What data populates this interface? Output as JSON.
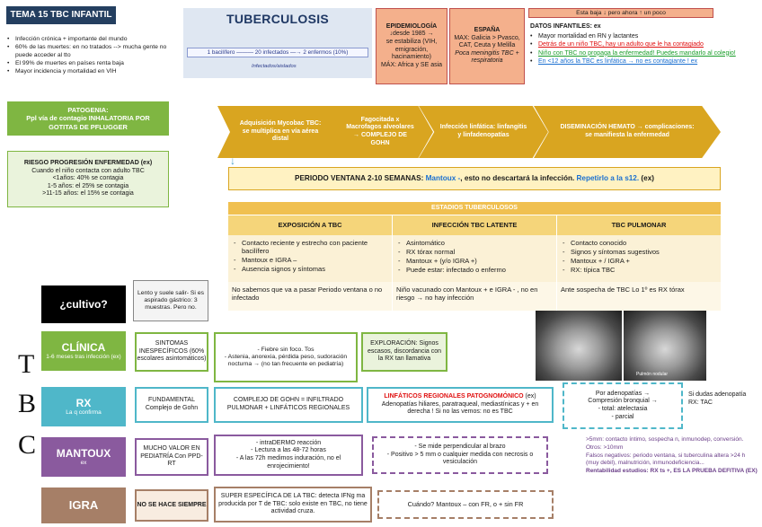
{
  "title": "TEMA 15 TBC INFANTIL",
  "intro": [
    "Infección crónica + importante del mundo",
    "60% de las muertes: en no tratados --> mucha gente no puede acceder al tto",
    "El 99% de muertes en países renta baja",
    "Mayor incidencia y mortalidad en VIH"
  ],
  "tuberculosis": {
    "heading": "TUBERCULOSIS",
    "chain": "1 bacilífero ——— 20 infectados —→ 2 enfermos (10%)",
    "sub": "Infectados/aislados"
  },
  "epidemiologia": {
    "lines": [
      "EPIDEMIOLOGÍA",
      "↓desde 1985 →",
      "se estabiliza (VIH, emigración, hacinamiento)",
      "MÁX: Africa y SE asia"
    ]
  },
  "espana": {
    "lines": [
      "ESPAÑA",
      "MAX: Galicia > Pvasco, CAT, Ceuta y Melilla"
    ],
    "italic": "Poca meningitis TBC + respiratoria"
  },
  "esta_baja": "Esta baja ↓ pero ahora ↑ un poco",
  "datos": {
    "heading": "DATOS INFANTILES: ex",
    "items": [
      {
        "text": "Mayor mortalidad en RN y lactantes",
        "style": "normal"
      },
      {
        "text": "Detrás de un niño TBC, hay un adulto que le ha contagiado",
        "style": "red"
      },
      {
        "text": "Niño con TBC no propaga la enfermedad! Puedes mandarlo al colegio!",
        "style": "green"
      },
      {
        "text": "En <12 años la TBC es linfática → no es contagiante ! ex",
        "style": "blue"
      }
    ]
  },
  "patogenia": {
    "heading": "PATOGENIA:",
    "text": "Ppl vía de contagio INHALATORIA POR GOTITAS DE PFLUGGER"
  },
  "riesgo": {
    "heading": "RIESGO PROGRESIÓN ENFERMEDAD (ex)",
    "sub": "Cuando el niño contacta con adulto TBC",
    "items": [
      "<1años: 40% se contagia",
      "1-5 años: el 25% se contagia",
      ">11-15 años: el 15% se contagia"
    ]
  },
  "arrows": [
    "Adquisición Mycobac TBC: se multiplica en vía aérea distal",
    "Fagocitada x Macrofagos alveolares → COMPLEJO DE GOHN",
    "Infección linfática: linfangitis y linfadenopatías",
    "DISEMINACIÓN HEMATO → complicaciones: se manifiesta la enfermedad"
  ],
  "periodo": {
    "pre": "PERIODO VENTANA 2-10 SEMANAS:",
    "mantoux": "Mantoux -",
    "mid": ", esto no descartará la infección.",
    "repetir": "Repetirlo a la s12.",
    "post": "(ex)"
  },
  "estadios": {
    "heading": "ESTADIOS TUBERCULOSOS",
    "columns": [
      {
        "title": "EXPOSICIÓN A TBC",
        "items": [
          "Contacto reciente y estrecho con paciente bacilífero",
          "Mantoux e IGRA –",
          "Ausencia signos y síntomas"
        ],
        "note": "No sabemos que va a pasar Periodo ventana o no infectado"
      },
      {
        "title": "INFECCIÓN TBC LATENTE",
        "items": [
          "Asintomático",
          "RX tórax normal",
          "Mantoux + (y/o IGRA +)",
          "Puede estar: infectado o enfermo"
        ],
        "note": "Niño vacunado con Mantoux + e IGRA - , no en riesgo → no hay infección"
      },
      {
        "title": "TBC PULMONAR",
        "items": [
          "Contacto conocido",
          "Signos y síntomas sugestivos",
          "Mantoux + / IGRA +",
          "RX: típica TBC"
        ],
        "note": "Ante sospecha de TBC Lo 1º es RX tórax"
      }
    ]
  },
  "cultivo": {
    "label": "¿cultivo?",
    "note": "Lento y suele salir- Si es aspirado gástrico: 3 muestras. Pero no."
  },
  "clinica": {
    "label": "CLÍNICA",
    "sub": "1-6 meses tras infección (ex)",
    "box1": "SINTOMAS INESPECÍFICOS (60% escolares asintomáticos)",
    "box2_lines": [
      "- Fiebre sin foco. Tos",
      "- Astenia, anorexia, pérdida peso, sudoración nocturna → (no tan frecuente en pediatría)"
    ],
    "box3": "EXPLORACIÓN: Signos escasos, discordancia con la RX tan llamativa"
  },
  "rx": {
    "label": "RX",
    "sub": "La q confirma",
    "box1": "FUNDAMENTAL Complejo de Gohn",
    "box2": "COMPLEJO DE GOHN = INFILTRADO PULMONAR + LINFÁTICOS REGIONALES",
    "box3_head": "LINFÁTICOS REGIONALES PATOGNOMÓNICO",
    "box3_ex": "(ex)",
    "box3_body": "Adenopatías hiliares, paratraqueal, mediastínicas y + en derecha ! Si no las vemos: no es TBC",
    "box4_lines": [
      "Por adenopatías →",
      "Compresión bronquial →",
      "- total: atelectasia",
      "- parcial"
    ],
    "side": "Si dudas adenopatía RX: TAC"
  },
  "mantoux": {
    "label": "MANTOUX",
    "sub": "ex",
    "box1": "MUCHO VALOR EN PEDIATRÍA Con PPD-RT",
    "box2_lines": [
      "- intraDERMO reacción",
      "- Lectura a las 48-72 horas",
      "- A las 72h medimos induración, no el enrojecimiento!"
    ],
    "box3_lines": [
      "- Se mide perpendicular al brazo",
      "- Positivo > 5 mm o cualquier medida con necrosis o vesiculación"
    ],
    "notes": [
      ">5mm: contacto íntimo, sospecha n, inmunodep, conversión.",
      "Otros: >10mm",
      "Falsos negativos: periodo ventana, si tuberculina altera >24 h (muy debil), malnutrición, inmunodeficiencia...",
      "Rentabilidad estudios: RX ts +, ES LA PRUEBA DEFITIVA (EX)"
    ]
  },
  "igra": {
    "label": "IGRA",
    "box1": "NO SE HACE SIEMPRE",
    "box2": "SUPER ESPECÍFICA DE LA TBC: detecta IFNg ma producida por T de TBC: solo existe en TBC, no tiene actividad cruza.",
    "box3": "Cuándo? Mantoux – con FR, o + sin FR"
  },
  "letters": [
    "T",
    "B",
    "C"
  ],
  "xray_label": "Pulmón nodular",
  "colors": {
    "title_bg": "#243f60",
    "salmon": "#f4b08c",
    "arrow": "#d9a520",
    "green": "#7fb642",
    "blue": "#4fb7c9",
    "purple": "#8a5a9e",
    "tan": "#a67f67"
  }
}
